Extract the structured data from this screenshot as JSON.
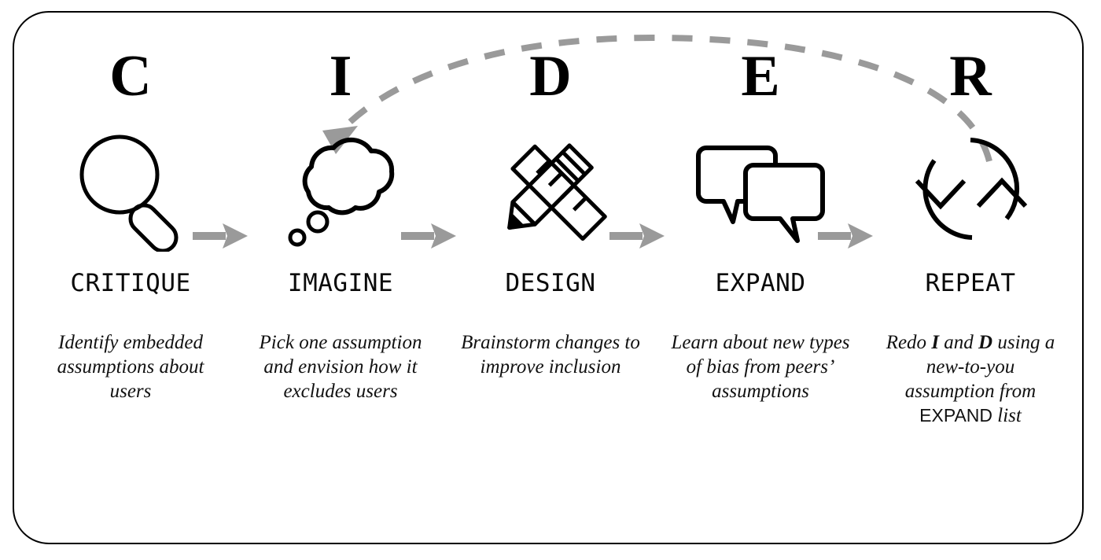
{
  "diagram": {
    "acronym": "CIDER",
    "colors": {
      "stroke": "#000000",
      "arrow_gray": "#9a9a9a",
      "background": "#ffffff"
    },
    "loop_arrow": {
      "name": "repeat-loop-arrow",
      "style": "dashed",
      "color": "#9a9a9a",
      "from": "R",
      "to": "I"
    },
    "steps": [
      {
        "letter": "C",
        "label": "CRITIQUE",
        "icon": "magnifying-glass-icon",
        "description": "Identify embedded assumptions about users"
      },
      {
        "letter": "I",
        "label": "IMAGINE",
        "icon": "thought-cloud-icon",
        "description": "Pick one assumption and envision how it excludes users"
      },
      {
        "letter": "D",
        "label": "DESIGN",
        "icon": "pencil-ruler-icon",
        "description": "Brainstorm changes to improve inclusion"
      },
      {
        "letter": "E",
        "label": "EXPAND",
        "icon": "speech-bubbles-icon",
        "description": "Learn about new types of bias from peers’ assumptions"
      },
      {
        "letter": "R",
        "label": "REPEAT",
        "icon": "refresh-cycle-icon",
        "description_parts": {
          "p1": "Redo ",
          "b1": "I",
          "p2": " and ",
          "b2": "D",
          "p3": " using a new-to-you assumption from ",
          "u1": "EXPAND",
          "p4": " list"
        }
      }
    ],
    "connectors": [
      {
        "name": "arrow-critique-to-imagine"
      },
      {
        "name": "arrow-imagine-to-design"
      },
      {
        "name": "arrow-design-to-expand"
      },
      {
        "name": "arrow-expand-to-repeat"
      }
    ]
  }
}
